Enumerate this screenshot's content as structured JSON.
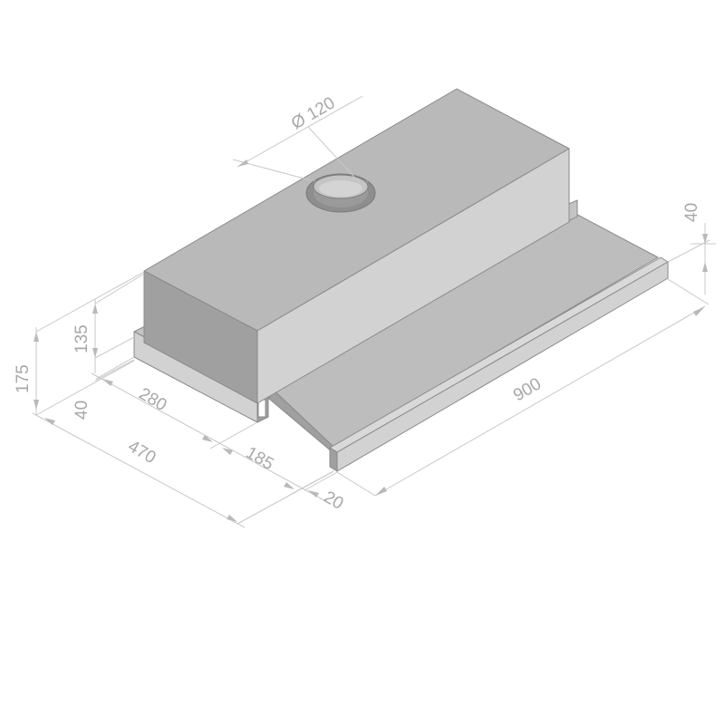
{
  "colors": {
    "body_top": "#b9b9b9",
    "body_front": "#d2d2d2",
    "body_side": "#a0a0a0",
    "tray_top": "#bdbdbd",
    "tray_edge": "#d9d9d9",
    "rail": "#c4c4c4",
    "outline": "#8a8a8a",
    "dimension": "#a8a8a8"
  },
  "dimensions": {
    "duct_diameter": "Ø 120",
    "width_total": "900",
    "tray_height": "40",
    "total_height": "175",
    "body_height": "135",
    "rail_height": "40",
    "body_depth": "280",
    "depth_total": "470",
    "tray_depth": "185",
    "handle_depth": "20"
  }
}
